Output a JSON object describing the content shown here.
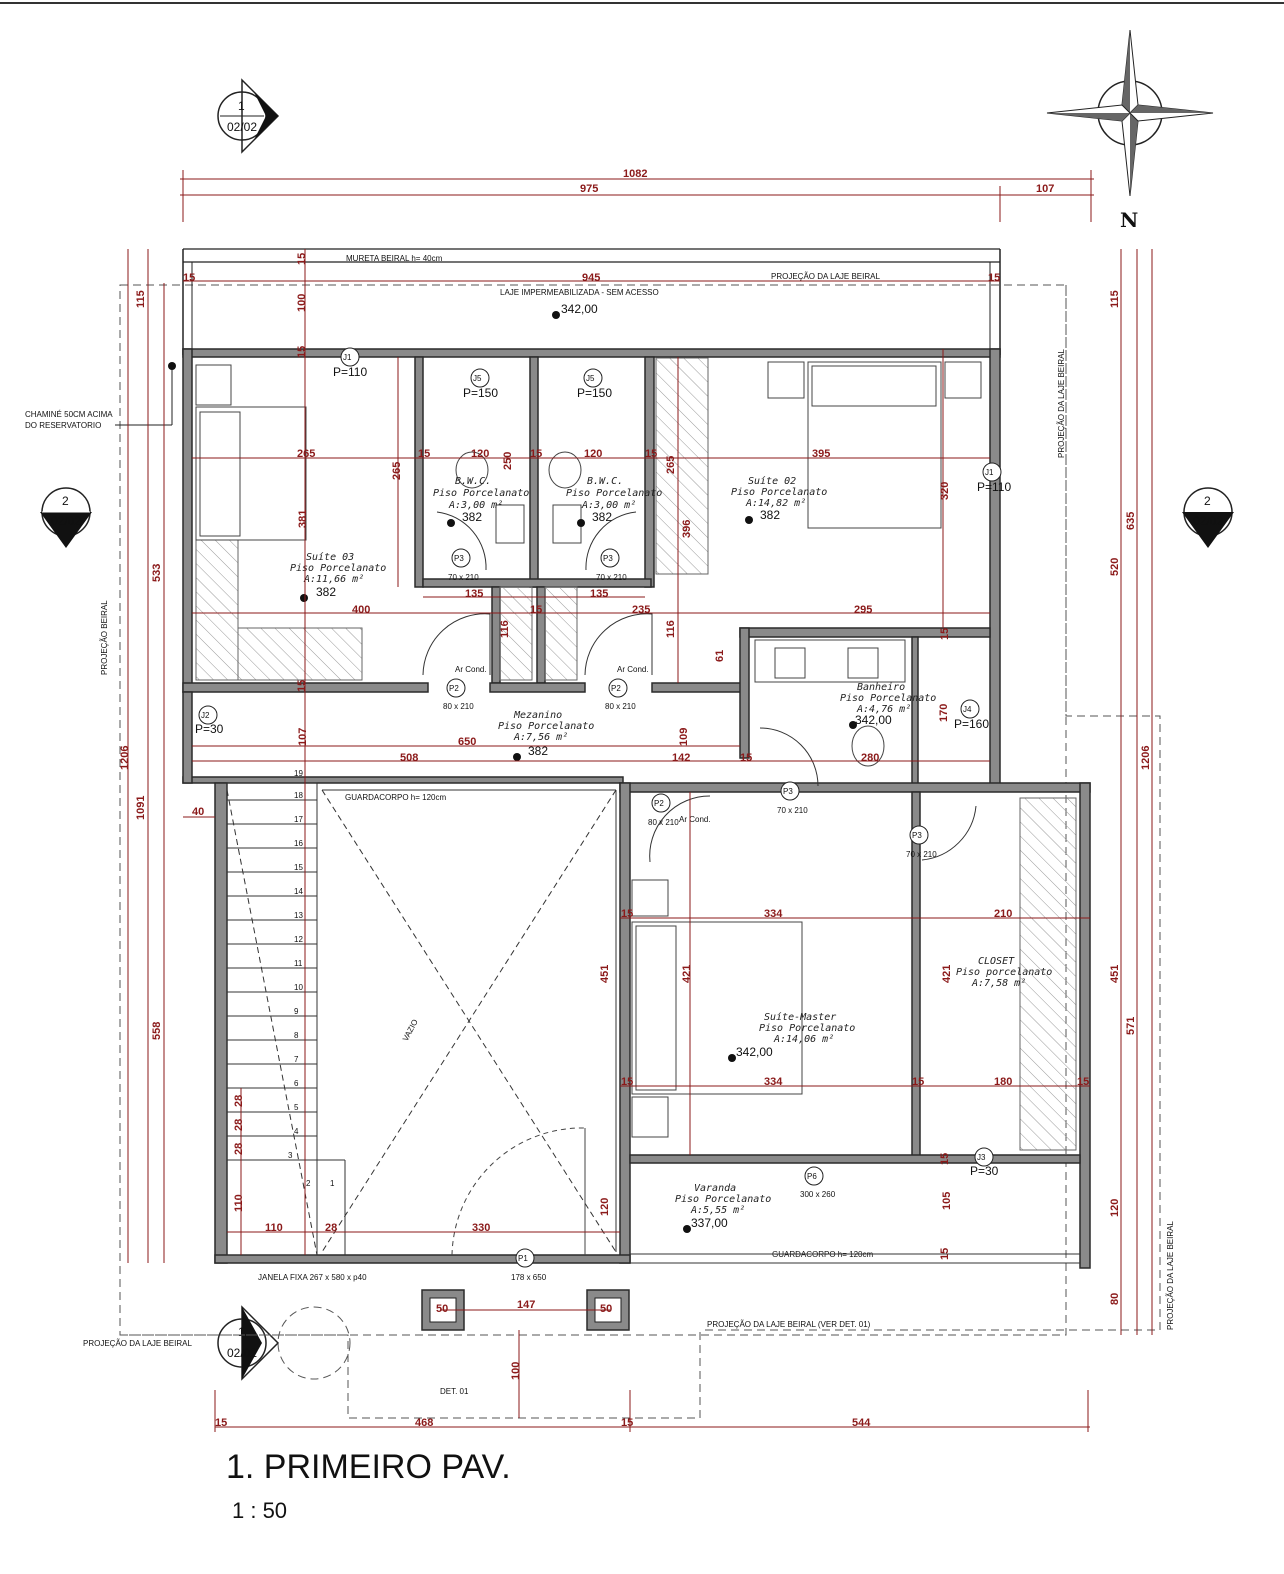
{
  "title": "1. PRIMEIRO PAV.",
  "scale": "1 : 50",
  "north": "N",
  "section_markers": [
    {
      "num": "1",
      "sheet": "02/02"
    },
    {
      "num": "2",
      "sheet": "02/02"
    },
    {
      "num": "2",
      "sheet": "02/02"
    },
    {
      "num": "1",
      "sheet": "02/02"
    }
  ],
  "notes": {
    "mureta": "MURETA BEIRAL h= 40cm",
    "projecao_laje_beiral": "PROJEÇÃO DA LAJE BEIRAL",
    "laje": "LAJE IMPERMEABILIZADA - SEM ACESSO",
    "chamine_1": "CHAMINÉ 50CM ACIMA",
    "chamine_2": "DO RESERVATORIO",
    "projecao_beiral": "PROJEÇÃO BEIRAL",
    "projecao_laje_beiral_right": "PROJEÇÃO DA LAJE BEIRAL",
    "guardacorpo_1": "GUARDACORPO h= 120cm",
    "guardacorpo_2": "GUARDACORPO h= 120cm",
    "vazio": "VAZIO",
    "janela_fixa": "JANELA FIXA 267 x 580 x p40",
    "projecao_laje_ver": "PROJEÇÃO DA LAJE BEIRAL (VER DET. 01)",
    "projecao_laje_bottom": "PROJEÇÃO DA LAJE BEIRAL",
    "det": "DET. 01",
    "ar_cond": "Ar Cond."
  },
  "levels": {
    "laje": "342,00",
    "suite03": "382",
    "bwc1": "382",
    "bwc2": "382",
    "suite02": "382",
    "mezanino": "382",
    "banheiro": "342,00",
    "master": "342,00",
    "varanda": "337,00"
  },
  "rooms": {
    "suite03": {
      "name": "Suíte 03",
      "floor": "Piso Porcelanato",
      "area": "A:11,66 m²"
    },
    "bwc1": {
      "name": "B.W.C.",
      "floor": "Piso Porcelanato",
      "area": "A:3,00 m²"
    },
    "bwc2": {
      "name": "B.W.C.",
      "floor": "Piso Porcelanato",
      "area": "A:3,00 m²"
    },
    "suite02": {
      "name": "Suíte 02",
      "floor": "Piso Porcelanato",
      "area": "A:14,82 m²"
    },
    "mezanino": {
      "name": "Mezanino",
      "floor": "Piso Porcelanato",
      "area": "A:7,56 m²"
    },
    "banheiro": {
      "name": "Banheiro",
      "floor": "Piso Porcelanato",
      "area": "A:4,76 m²"
    },
    "master": {
      "name": "Suíte-Master",
      "floor": "Piso Porcelanato",
      "area": "A:14,06 m²"
    },
    "closet": {
      "name": "CLOSET",
      "floor": "Piso porcelanato",
      "area": "A:7,58 m²"
    },
    "varanda": {
      "name": "Varanda",
      "floor": "Piso Porcelanato",
      "area": "A:5,55 m²"
    }
  },
  "openings": {
    "j1a": {
      "tag": "J1",
      "info": "P=110"
    },
    "j5a": {
      "tag": "J5",
      "info": "P=150"
    },
    "j5b": {
      "tag": "J5",
      "info": "P=150"
    },
    "j1b": {
      "tag": "J1",
      "info": "P=110"
    },
    "j2": {
      "tag": "J2",
      "info": "P=30"
    },
    "j4": {
      "tag": "J4",
      "info": "P=160"
    },
    "j3": {
      "tag": "J3",
      "info": "P=30"
    },
    "p3a": {
      "tag": "P3",
      "info": "70 x 210"
    },
    "p3b": {
      "tag": "P3",
      "info": "70 x 210"
    },
    "p2a": {
      "tag": "P2",
      "info": "80 x 210"
    },
    "p2b": {
      "tag": "P2",
      "info": "80 x 210"
    },
    "p3c": {
      "tag": "P3",
      "info": "70 x 210"
    },
    "p2c": {
      "tag": "P2",
      "info": "80 x 210"
    },
    "p3d": {
      "tag": "P3",
      "info": "70 x 210"
    },
    "p6": {
      "tag": "P6",
      "info": "300 x 260"
    },
    "p1": {
      "tag": "P1",
      "info": "178 x 650"
    }
  },
  "columns": [
    "50",
    "50"
  ],
  "stairs": [
    "19",
    "18",
    "17",
    "16",
    "15",
    "14",
    "13",
    "12",
    "11",
    "10",
    "9",
    "8",
    "7",
    "6",
    "5",
    "4",
    "3",
    "2",
    "1"
  ],
  "dims": {
    "top_total": "1082",
    "top_a": "975",
    "top_b": "107",
    "d945": "945",
    "d15a": "15",
    "d15b": "15",
    "d15c": "15",
    "d100": "100",
    "d15d": "15",
    "d265a": "265",
    "d15e": "15",
    "d120a": "120",
    "d15f": "15",
    "d120b": "120",
    "d15g": "15",
    "d395": "395",
    "d265b": "265",
    "d250": "250",
    "d265c": "265",
    "d381": "381",
    "d396": "396",
    "d320": "320",
    "d135a": "135",
    "d135b": "135",
    "d400": "400",
    "d235": "235",
    "d295": "295",
    "d15h": "15",
    "d116a": "116",
    "d116b": "116",
    "d61": "61",
    "d15i": "15",
    "d15j": "15",
    "d107": "107",
    "d650": "650",
    "d109": "109",
    "d170": "170",
    "d508": "508",
    "d142": "142",
    "d15k": "15",
    "d280": "280",
    "d40": "40",
    "d15l": "15",
    "d334a": "334",
    "d210": "210",
    "d451a": "451",
    "d421a": "421",
    "d421b": "421",
    "d15m": "15",
    "d334b": "334",
    "d15n": "15",
    "d180": "180",
    "d15o": "15",
    "d15p": "15",
    "d28a": "28",
    "d28b": "28",
    "d28c": "28",
    "d110a": "110",
    "d110b": "110",
    "d28d": "28",
    "d330": "330",
    "d120c": "120",
    "d105": "105",
    "d15q": "15",
    "d147": "147",
    "d100b": "100",
    "b15a": "15",
    "b468": "468",
    "b15b": "15",
    "b544": "544",
    "l115": "115",
    "l533": "533",
    "l1206": "1206",
    "l1091": "1091",
    "l558": "558",
    "r115": "115",
    "r635": "635",
    "r520": "520",
    "r1206": "1206",
    "r451": "451",
    "r571": "571",
    "r120": "120",
    "r80": "80"
  }
}
